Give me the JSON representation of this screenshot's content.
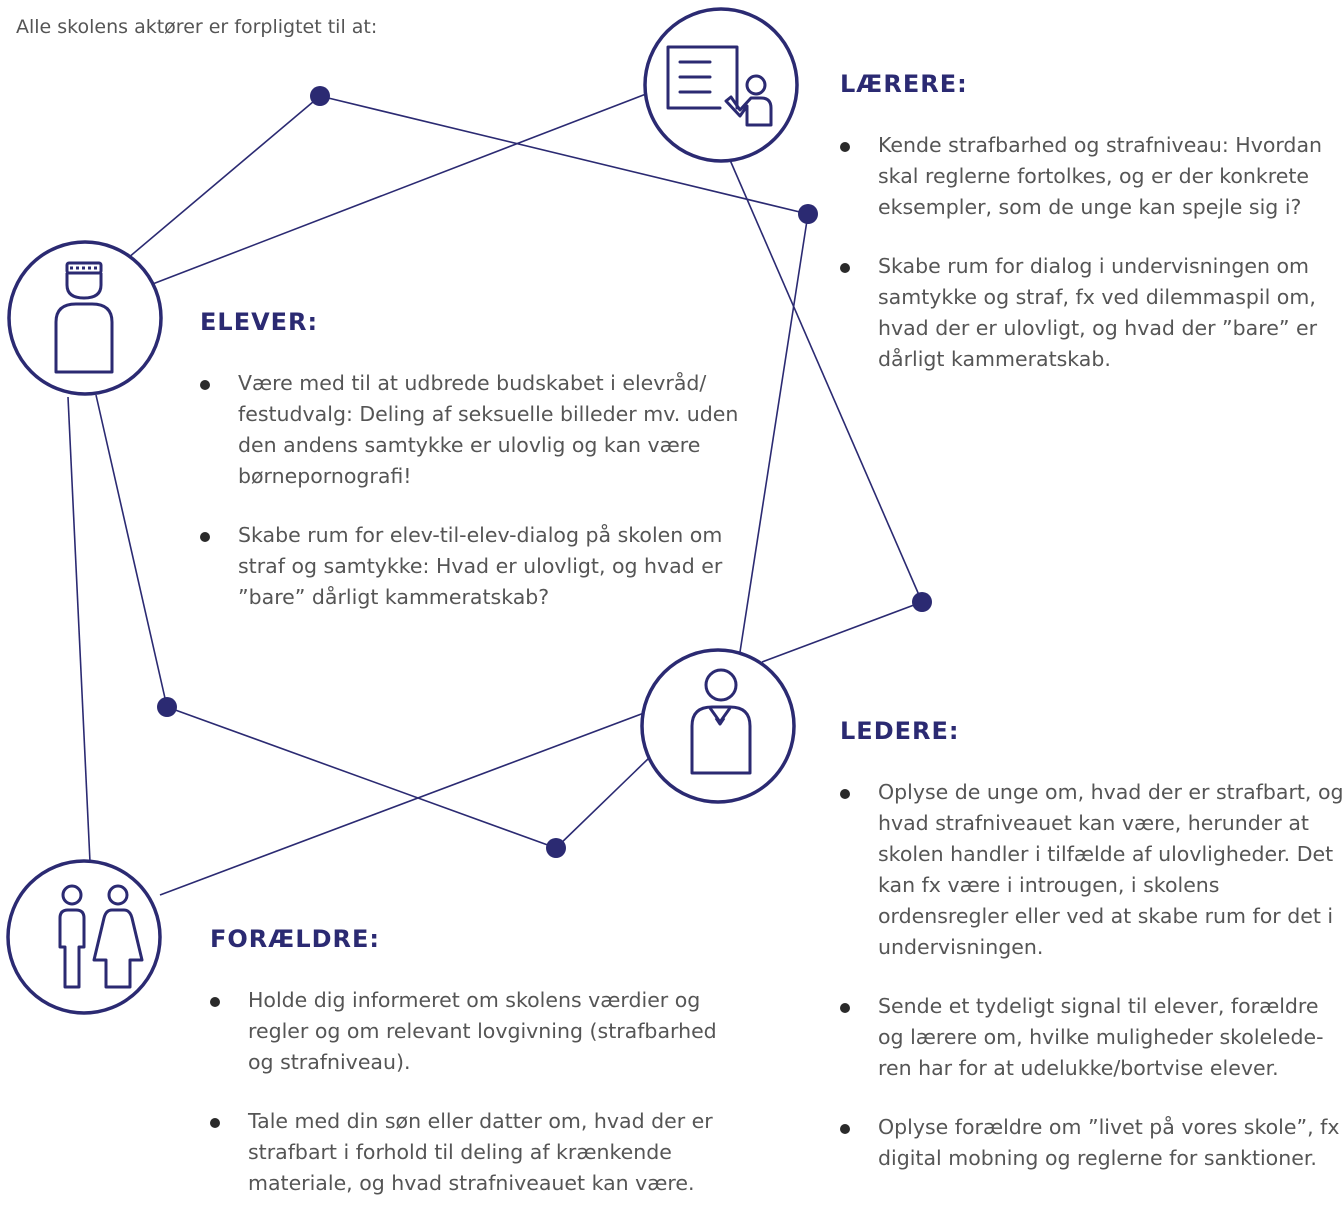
{
  "intro": "Alle skolens aktører er forpligtet til at:",
  "colors": {
    "accent": "#2b2a72",
    "text": "#555555",
    "bullet": "#2a2a2a"
  },
  "icons": {
    "laerere": "teacher-board-icon",
    "elever": "student-cap-icon",
    "ledere": "leader-icon",
    "foraeldre": "parents-icon"
  },
  "sections": {
    "elever": {
      "heading": "ELEVER:",
      "items": [
        "Være med til at udbrede budskabet i elevråd/ festudvalg: Deling af seksuelle billeder mv. uden den andens samtykke er ulovlig og kan være børnepornografi!",
        "Skabe rum for elev-til-elev-dialog på skolen om straf og samtykke: Hvad er ulovligt, og hvad er ”bare” dårligt kammeratskab?"
      ]
    },
    "laerere": {
      "heading": "LÆRERE:",
      "items": [
        "Kende strafbarhed og strafniveau: Hvordan skal reglerne fortolkes, og er der konkrete eksempler, som de unge kan spejle sig i?",
        "Skabe rum for dialog i undervisningen om samtykke og straf, fx ved dilemmaspil om, hvad der er ulovligt, og hvad der ”bare” er dårligt kammeratskab."
      ]
    },
    "ledere": {
      "heading": "LEDERE:",
      "items": [
        "Oplyse de unge om, hvad der er strafbart, og hvad strafniveauet kan være, herunder at skolen handler i tilfælde af ulovligheder. Det kan fx være i introugen, i skolens ordensregler eller ved at skabe rum for det i undervisningen.",
        "Sende et tydeligt signal til elever, forældre og lærere om, hvilke muligheder skolelede- ren har for at udelukke/bortvise elever.",
        "Oplyse forældre om ”livet på vores skole”, fx digital mobning og reglerne for sanktioner."
      ]
    },
    "foraeldre": {
      "heading": "FORÆLDRE:",
      "items": [
        "Holde dig informeret om skolens værdier og regler og om relevant lovgivning (strafbarhed og strafniveau).",
        "Tale med din søn eller datter om, hvad der er strafbart i forhold til deling af krænkende materiale, og hvad strafniveauet kan være."
      ]
    }
  }
}
